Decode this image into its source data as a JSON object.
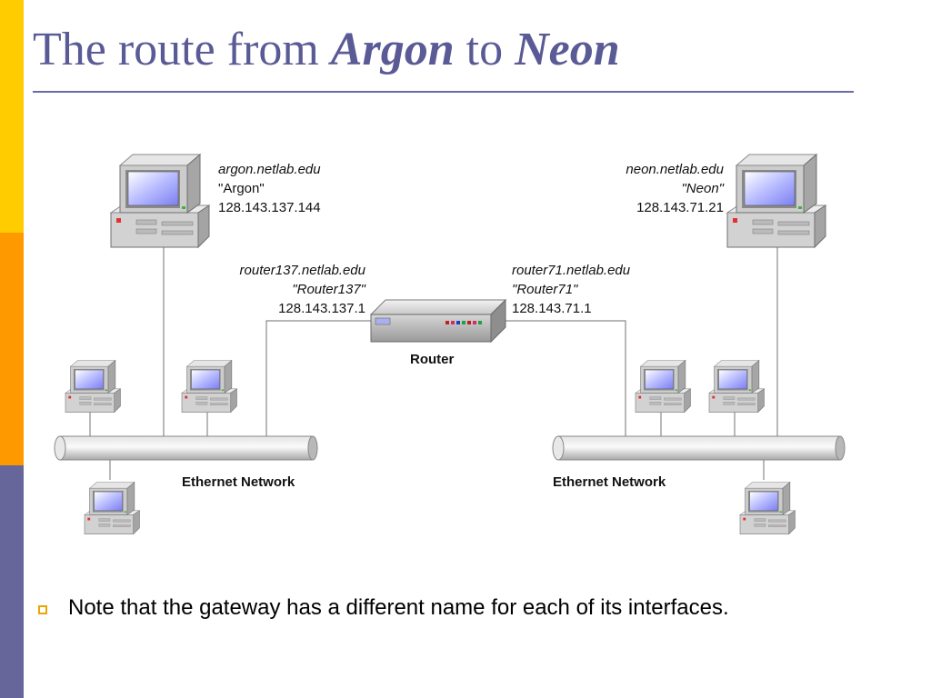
{
  "slide": {
    "title": {
      "prefix": "The route from ",
      "host_a": "Argon",
      "middle": " to ",
      "host_b": "Neon"
    },
    "bullet": "Note that the gateway has a different name for each of its interfaces."
  },
  "diagram": {
    "argon": {
      "fqdn": "argon.netlab.edu",
      "alias": "\"Argon\"",
      "ip": "128.143.137.144"
    },
    "neon": {
      "fqdn": "neon.netlab.edu",
      "alias": "\"Neon\"",
      "ip": "128.143.71.21"
    },
    "router_left_iface": {
      "fqdn": "router137.netlab.edu",
      "alias": "\"Router137\"",
      "ip": "128.143.137.1"
    },
    "router_right_iface": {
      "fqdn": "router71.netlab.edu",
      "alias": "\"Router71\"",
      "ip": "128.143.71.1"
    },
    "router_label": "Router",
    "left_network_label": "Ethernet Network",
    "right_network_label": "Ethernet Network"
  },
  "colors": {
    "sidebar_yellow": "#ffcc00",
    "sidebar_orange": "#ff9900",
    "sidebar_purple": "#66669a",
    "title": "#5a5a96",
    "bullet": "#e8a800"
  }
}
